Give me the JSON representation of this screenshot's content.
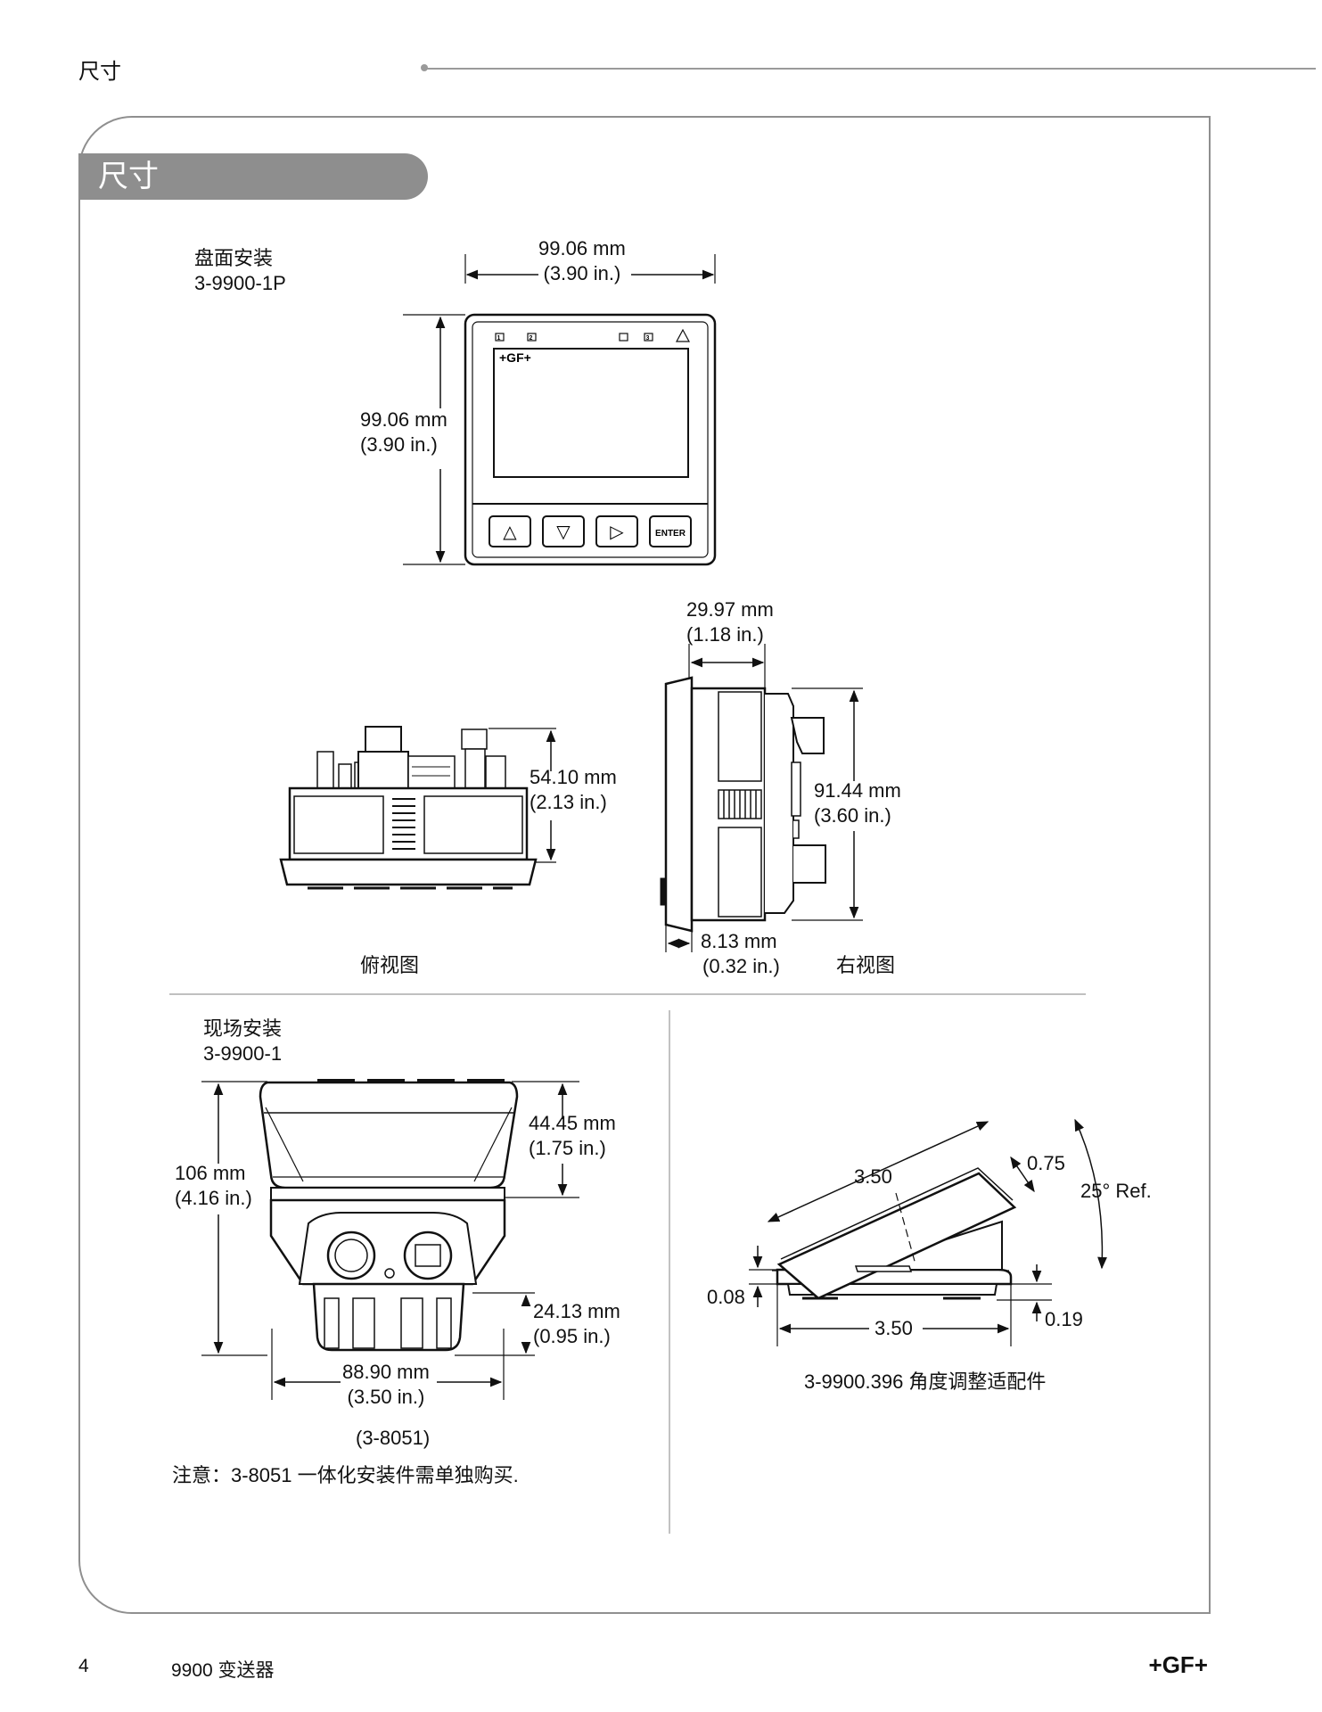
{
  "header": {
    "section_title": "尺寸"
  },
  "section": {
    "tab_title": "尺寸"
  },
  "panel_mount": {
    "title": "盘面安装",
    "model": "3-9900-1P",
    "width": {
      "mm": "99.06 mm",
      "in": "(3.90 in.)"
    },
    "height": {
      "mm": "99.06 mm",
      "in": "(3.90 in.)"
    },
    "display_logo": "+GF+",
    "indicators": [
      "1",
      "2",
      "3"
    ],
    "buttons": {
      "up": "△",
      "down": "▽",
      "right": "▷",
      "enter": "ENTER"
    }
  },
  "top_view": {
    "caption": "俯视图",
    "height": {
      "mm": "54.10 mm",
      "in": "(2.13 in.)"
    }
  },
  "right_view": {
    "caption": "右视图",
    "depth": {
      "mm": "29.97 mm",
      "in": "(1.18 in.)"
    },
    "height": {
      "mm": "91.44 mm",
      "in": "(3.60 in.)"
    },
    "bezel": {
      "mm": "8.13 mm",
      "in": "(0.32 in.)"
    }
  },
  "field_mount": {
    "title": "现场安装",
    "model": "3-9900-1",
    "total_height": {
      "mm": "106 mm",
      "in": "(4.16 in.)"
    },
    "top_height": {
      "mm": "44.45 mm",
      "in": "(1.75 in.)"
    },
    "bottom_height": {
      "mm": "24.13 mm",
      "in": "(0.95 in.)"
    },
    "width": {
      "mm": "88.90 mm",
      "in": "(3.50 in.)"
    },
    "part": "(3-8051)",
    "note": "注意：3-8051 一体化安装件需单独购买."
  },
  "angle_kit": {
    "caption": "3-9900.396 角度调整适配件",
    "top_length": "3.50",
    "thickness": "0.75",
    "angle": "25° Ref.",
    "base_left": "0.08",
    "base_length": "3.50",
    "base_right": "0.19"
  },
  "footer": {
    "page_number": "4",
    "product": "9900 变送器",
    "logo": "+GF+"
  }
}
